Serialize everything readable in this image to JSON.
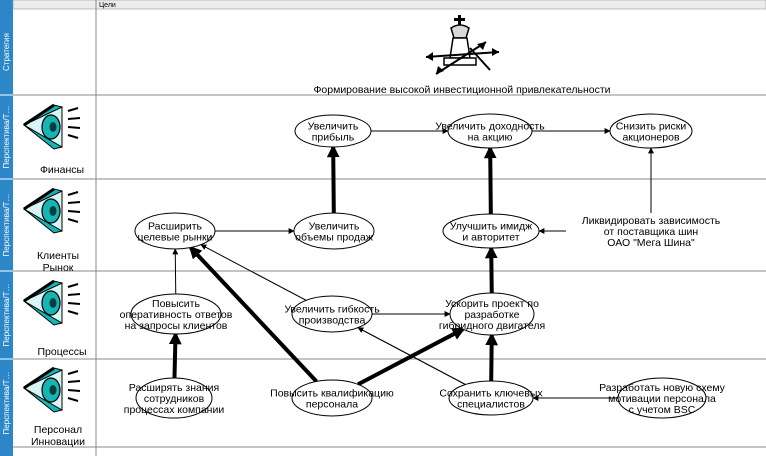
{
  "header": {
    "title": "Цели"
  },
  "rows": [
    {
      "id": "strategy",
      "side_label": "Стратегия",
      "label": []
    },
    {
      "id": "finance",
      "side_label": "Перспектива/Т…",
      "label": [
        "Финансы"
      ]
    },
    {
      "id": "clients",
      "side_label": "Перспектива/Т…",
      "label": [
        "Клиенты",
        "Рынок"
      ]
    },
    {
      "id": "process",
      "side_label": "Перспектива/Т…",
      "label": [
        "Процессы"
      ]
    },
    {
      "id": "people",
      "side_label": "Перспектива/Т…",
      "label": [
        "Персонал",
        "Инновации"
      ]
    }
  ],
  "strategy": {
    "caption": "Формирование высокой инвестиционной привлекательности",
    "icon": "chess-king-icon"
  },
  "goals": [
    {
      "id": "g_profit",
      "lines": [
        "Увеличить",
        "прибыль"
      ]
    },
    {
      "id": "g_yield",
      "lines": [
        "Увеличить доходность",
        "на акцию"
      ]
    },
    {
      "id": "g_risk",
      "lines": [
        "Снизить риски",
        "акционеров"
      ]
    },
    {
      "id": "g_markets",
      "lines": [
        "Расширить",
        "целевые рынки"
      ]
    },
    {
      "id": "g_sales",
      "lines": [
        "Увеличить",
        "объемы продаж"
      ]
    },
    {
      "id": "g_image",
      "lines": [
        "Улучшить имидж",
        "и авторитет"
      ]
    },
    {
      "id": "g_dep",
      "lines": [
        "Ликвидировать зависимость",
        "от поставщика шин",
        "ОАО \"Мега Шина\""
      ]
    },
    {
      "id": "g_resp",
      "lines": [
        "Повысить",
        "оперативность ответов",
        "на запросы клиентов"
      ]
    },
    {
      "id": "g_flex",
      "lines": [
        "Увеличить гибкость",
        "производства"
      ]
    },
    {
      "id": "g_proj",
      "lines": [
        "Ускорить проект по",
        "разработке",
        "гибридного двигателя"
      ]
    },
    {
      "id": "g_know",
      "lines": [
        "Расширять знания",
        "сотрудников",
        "процессах компании"
      ]
    },
    {
      "id": "g_qual",
      "lines": [
        "Повысить квалификацию",
        "персонала"
      ]
    },
    {
      "id": "g_keep",
      "lines": [
        "Сохранить ключевых",
        "специалистов"
      ]
    },
    {
      "id": "g_motiv",
      "lines": [
        "Разработать новую схему",
        "мотивации персонала",
        "с учетом BSC"
      ]
    }
  ],
  "links": [
    {
      "from": "g_sales",
      "to": "g_profit",
      "weight": "thick"
    },
    {
      "from": "g_image",
      "to": "g_yield",
      "weight": "thick"
    },
    {
      "from": "g_proj",
      "to": "g_image",
      "weight": "thick"
    },
    {
      "from": "g_resp",
      "to": "g_markets",
      "weight": "thin"
    },
    {
      "from": "g_know",
      "to": "g_resp",
      "weight": "thick"
    },
    {
      "from": "g_qual",
      "to": "g_markets",
      "weight": "thick"
    },
    {
      "from": "g_qual",
      "to": "g_proj",
      "weight": "thick"
    },
    {
      "from": "g_keep",
      "to": "g_proj",
      "weight": "thick"
    },
    {
      "from": "g_keep",
      "to": "g_markets",
      "weight": "thin"
    },
    {
      "from": "g_keep",
      "to": "g_flex",
      "weight": "thin"
    },
    {
      "from": "g_profit",
      "to": "g_yield",
      "weight": "thin"
    },
    {
      "from": "g_yield",
      "to": "g_risk",
      "weight": "thin"
    },
    {
      "from": "g_markets",
      "to": "g_sales",
      "weight": "thin"
    },
    {
      "from": "g_dep",
      "to": "g_image",
      "weight": "thin"
    },
    {
      "from": "g_dep",
      "to": "g_risk",
      "weight": "thin"
    },
    {
      "from": "g_flex",
      "to": "g_proj",
      "weight": "thin"
    },
    {
      "from": "g_motiv",
      "to": "g_keep",
      "weight": "thin"
    }
  ],
  "colors": {
    "sidebar": "#2c86c8",
    "icon_teal": "#16b5b5",
    "frame": "#7f7f7f",
    "line": "#000000"
  }
}
